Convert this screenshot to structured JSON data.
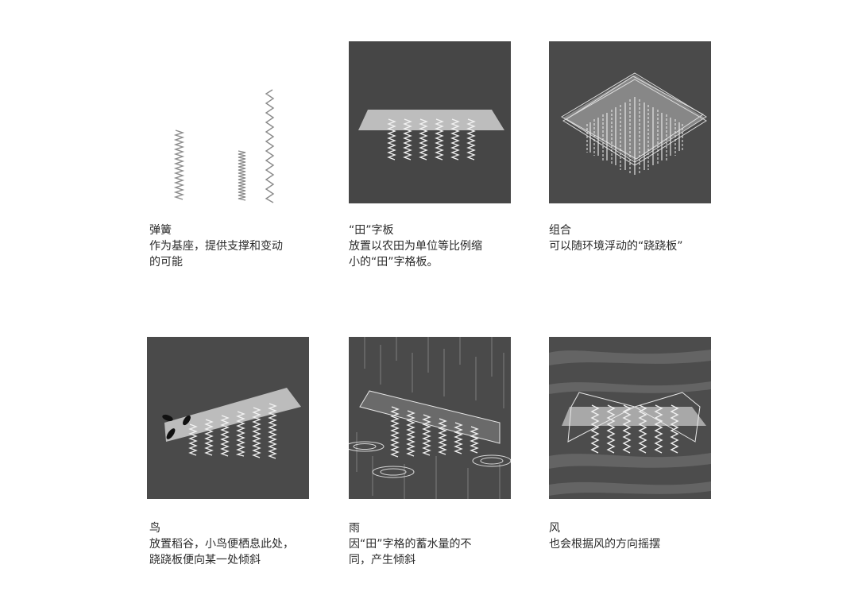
{
  "colors": {
    "background": "#ffffff",
    "panel_dark": "#4a4a4a",
    "element_light": "#e8e8e8",
    "text": "#2b2b2b"
  },
  "panels": [
    {
      "id": "spring",
      "title": "弹簧",
      "description": "作为基座，提供支撑和变动\n的可能",
      "illustration": "three-springs-different-lengths"
    },
    {
      "id": "tian-board",
      "title": "“田”字板",
      "description": "放置以农田为单位等比例缩\n小的“田”字格板。",
      "illustration": "flat-board-on-six-springs"
    },
    {
      "id": "combination",
      "title": "组合",
      "description": "可以随环境浮动的“跷跷板”",
      "illustration": "stacked-diamond-boards-on-spring-grid"
    },
    {
      "id": "bird",
      "title": "鸟",
      "description": "放置稻谷，小鸟便栖息此处，\n跷跷板便向某一处倾斜",
      "illustration": "tilted-board-with-birds"
    },
    {
      "id": "rain",
      "title": "雨",
      "description": "因“田”字格的蓄水量的不\n同，产生倾斜",
      "illustration": "tilted-board-in-rain-with-ripples"
    },
    {
      "id": "wind",
      "title": "风",
      "description": "也会根据风的方向摇摆",
      "illustration": "swaying-boards-in-wind"
    }
  ]
}
